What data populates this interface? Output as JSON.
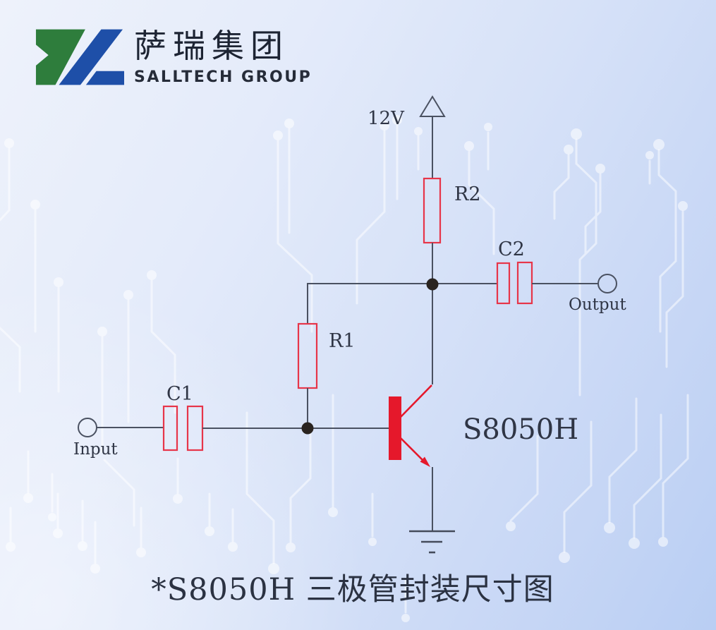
{
  "brand": {
    "company_cn": "萨瑞集团",
    "company_en": "SALLTECH GROUP",
    "logo_green": "#2e7d3c",
    "logo_blue": "#1e4fa8"
  },
  "schematic": {
    "supply": "12V",
    "r1": "R1",
    "r2": "R2",
    "c1": "C1",
    "c2": "C2",
    "transistor": "S8050H",
    "input": "Input",
    "output": "Output"
  },
  "caption": "*S8050H 三极管封装尺寸图",
  "colors": {
    "component_red": "#e5182b",
    "component_red_outline": "#e73549",
    "wire": "#4a5161",
    "label_text": "#2f3545",
    "background_top": "#eef2fb",
    "background_bottom": "#b9cef3",
    "trace_white": "rgba(255,255,255,0.5)"
  }
}
